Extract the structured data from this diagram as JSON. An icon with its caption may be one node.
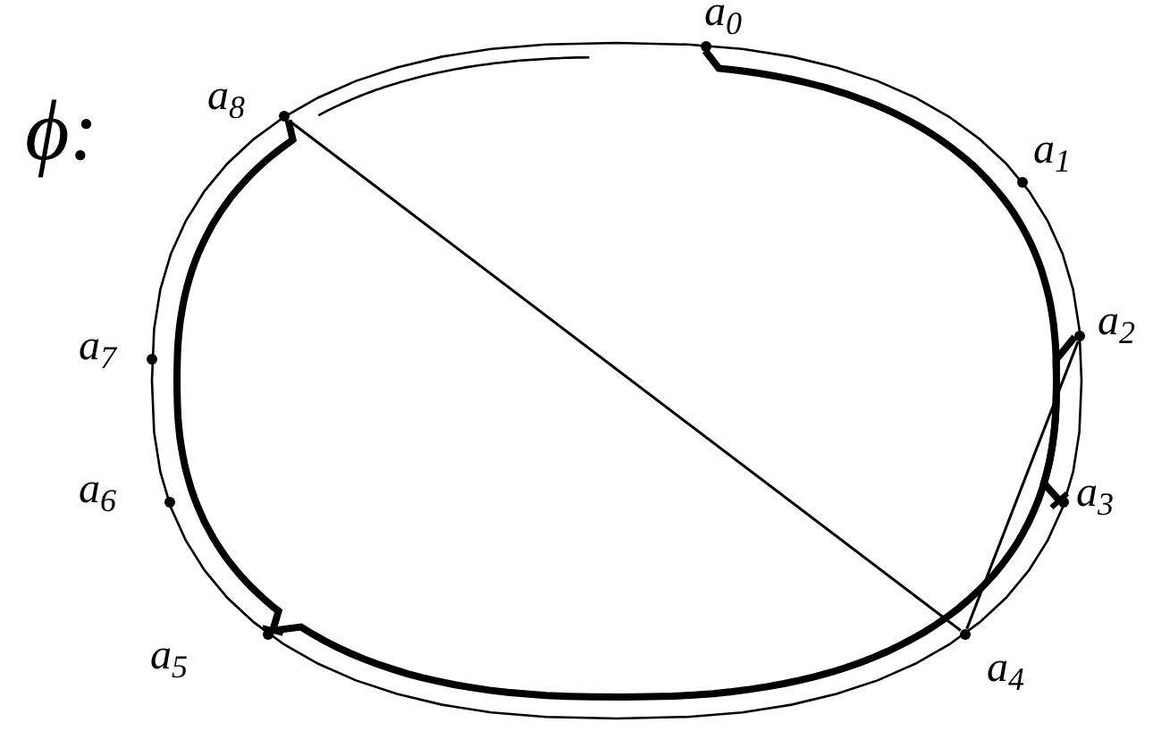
{
  "diagram": {
    "nodes": [
      {
        "text": [],
        "shape": "circle",
        "beside": [
          "a$_{0}$"
        ]
      },
      {
        "text": [],
        "shape": "circle",
        "beside": [
          "a$_{1}$"
        ]
      },
      {
        "text": [],
        "shape": "circle",
        "beside": [
          "a$_{2}$"
        ]
      },
      {
        "text": [],
        "shape": "circle",
        "beside": [
          "a$_{3}$"
        ]
      },
      {
        "text": [],
        "shape": "circle",
        "beside": [
          "a$_{4}$"
        ]
      },
      {
        "text": [],
        "shape": "circle",
        "beside": [
          "a$_{5}$"
        ]
      },
      {
        "text": [],
        "shape": "circle",
        "beside": [
          "a$_{6}$"
        ]
      },
      {
        "text": [],
        "shape": "circle",
        "beside": [
          "a$_{7}$"
        ]
      },
      {
        "text": [],
        "shape": "circle",
        "beside": [
          "a$_{8}$"
        ]
      }
    ],
    "edges": [
      {
        "from": 8,
        "to": 4,
        "arrow": "none"
      },
      {
        "from": 2,
        "to": 4,
        "arrow": "none"
      },
      {
        "from": 0,
        "to": 3,
        "arrow": "other"
      },
      {
        "from": 8,
        "to": 5,
        "arrow": "other"
      },
      {
        "from": 5,
        "to": 2,
        "arrow": "none"
      }
    ],
    "labels": [
      "ϕ:"
    ]
  }
}
